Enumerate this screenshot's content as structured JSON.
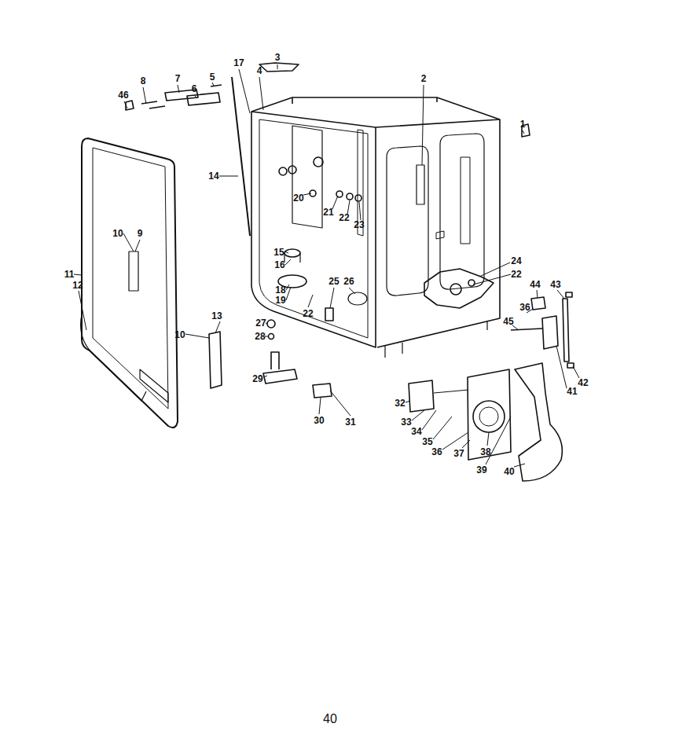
{
  "diagram": {
    "labels": [
      "46",
      "8",
      "7",
      "6",
      "5",
      "17",
      "4",
      "3",
      "2",
      "1",
      "14",
      "20",
      "21",
      "22",
      "23",
      "10",
      "9",
      "15",
      "16",
      "24",
      "22",
      "11",
      "12",
      "18",
      "19",
      "22",
      "25",
      "26",
      "44",
      "43",
      "36",
      "45",
      "10",
      "13",
      "27",
      "28",
      "42",
      "41",
      "29",
      "30",
      "31",
      "32",
      "33",
      "34",
      "35",
      "36",
      "37",
      "38",
      "39",
      "40",
      "40"
    ]
  }
}
